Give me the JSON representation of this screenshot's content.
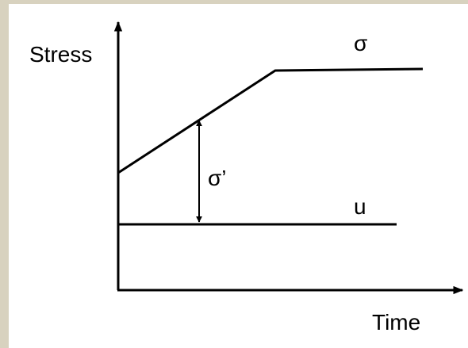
{
  "diagram": {
    "y_axis_label": "Stress",
    "x_axis_label": "Time",
    "total_stress_label": "σ",
    "effective_stress_label": "σ’",
    "pore_pressure_label": "u"
  },
  "colors": {
    "background": "#d8d2bf",
    "canvas": "#ffffff",
    "ink": "#000000"
  }
}
